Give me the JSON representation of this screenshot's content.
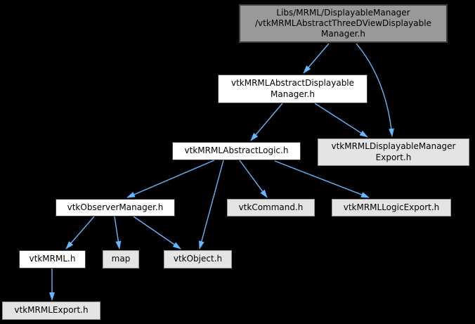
{
  "diagram": {
    "kind": "include-dependency-graph",
    "background_color": "#000000",
    "edge_color": "#63B8FF",
    "colors": {
      "current_fill": "#999999",
      "current_border": "#3d3d3d",
      "internal_fill": "#FFFFFF",
      "internal_border": "#3d3d3d",
      "external_fill": "#E4E4E4",
      "external_border": "#949494",
      "text": "#000000"
    },
    "nodes": [
      {
        "id": "main",
        "kind": "current",
        "label": "Libs/MRML/DisplayableManager\n/vtkMRMLAbstractThreeDViewDisplayable\nManager.h"
      },
      {
        "id": "abstract_displayable_manager",
        "kind": "internal",
        "label": "vtkMRMLAbstractDisplayable\nManager.h"
      },
      {
        "id": "abstract_logic",
        "kind": "internal",
        "label": "vtkMRMLAbstractLogic.h"
      },
      {
        "id": "displayable_manager_export",
        "kind": "external",
        "label": "vtkMRMLDisplayableManager\nExport.h"
      },
      {
        "id": "observer_manager",
        "kind": "internal",
        "label": "vtkObserverManager.h"
      },
      {
        "id": "command",
        "kind": "external",
        "label": "vtkCommand.h"
      },
      {
        "id": "logic_export",
        "kind": "external",
        "label": "vtkMRMLLogicExport.h"
      },
      {
        "id": "mrml",
        "kind": "internal",
        "label": "vtkMRML.h"
      },
      {
        "id": "map",
        "kind": "external",
        "label": "map"
      },
      {
        "id": "object",
        "kind": "external",
        "label": "vtkObject.h"
      },
      {
        "id": "mrml_export",
        "kind": "external",
        "label": "vtkMRMLExport.h"
      }
    ],
    "edges": [
      {
        "from": "main",
        "to": "abstract_displayable_manager"
      },
      {
        "from": "main",
        "to": "displayable_manager_export"
      },
      {
        "from": "abstract_displayable_manager",
        "to": "abstract_logic"
      },
      {
        "from": "abstract_displayable_manager",
        "to": "displayable_manager_export"
      },
      {
        "from": "abstract_logic",
        "to": "observer_manager"
      },
      {
        "from": "abstract_logic",
        "to": "object"
      },
      {
        "from": "abstract_logic",
        "to": "command"
      },
      {
        "from": "abstract_logic",
        "to": "logic_export"
      },
      {
        "from": "observer_manager",
        "to": "mrml"
      },
      {
        "from": "observer_manager",
        "to": "map"
      },
      {
        "from": "observer_manager",
        "to": "object"
      },
      {
        "from": "mrml",
        "to": "mrml_export"
      }
    ]
  }
}
